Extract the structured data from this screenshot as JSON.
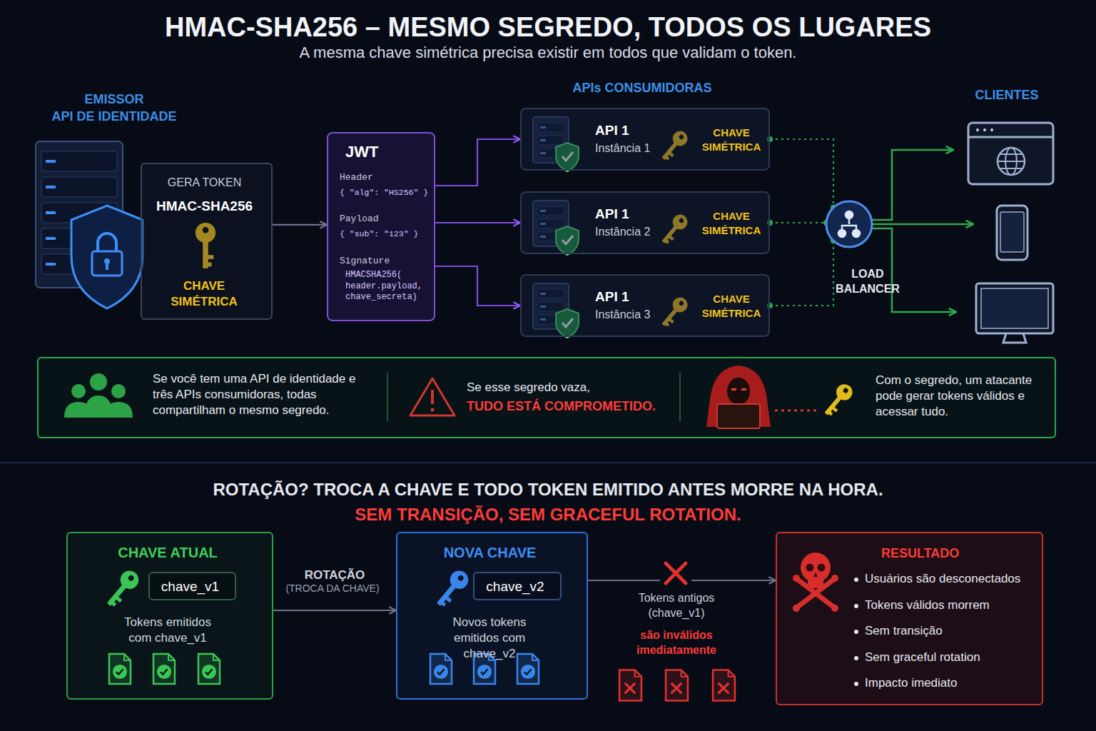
{
  "diagram": {
    "title": "HMAC-SHA256 – MESMO SEGREDO, TODOS OS LUGARES",
    "nodes": [
      {
        "text": [
          "GERA TOKEN",
          "HMAC-SHA256",
          "CHAVE SIMÉTRICA"
        ]
      },
      {
        "text": [
          "JWT",
          "Header",
          "{ \"alg\": \"HS256\" }",
          "Payload",
          "{ \"sub\": \"123\" }",
          "Signature",
          "HMACSHA256( header.payload, chave_secreta)"
        ]
      },
      {
        "text": [
          "API 1",
          "Instância 1",
          "CHAVE SIMÉTRICA"
        ]
      },
      {
        "text": [
          "API 1",
          "Instância 2",
          "CHAVE SIMÉTRICA"
        ]
      },
      {
        "text": [
          "API 1",
          "Instância 3",
          "CHAVE SIMÉTRICA"
        ]
      },
      {
        "text": [
          "LOAD BALANCER"
        ]
      },
      {
        "text": [
          "Se você tem uma API de identidade e três APIs consumidoras, todas compartilham o mesmo segredo.",
          "Se esse segredo vaza,",
          "TUDO ESTÁ COMPROMETIDO.",
          "Com o segredo, um atacante pode gerar tokens válidos e acessar tudo."
        ]
      },
      {
        "text": [
          "CHAVE ATUAL",
          "Tokens emitidos com chave_v1"
        ]
      },
      {
        "text": [
          "chave_v1"
        ],
        "in": 7
      },
      {
        "text": [
          "NOVA CHAVE",
          "Novos tokens emitidos com chave_v2"
        ]
      },
      {
        "text": [
          "chave_v2"
        ],
        "in": 9
      },
      {
        "text": [
          "RESULTADO",
          "Usuários são desconectados",
          "Tokens válidos morrem",
          "Sem transição",
          "Sem graceful rotation",
          "Impacto imediato"
        ]
      }
    ],
    "edges": [
      {
        "from": 0,
        "to": 1,
        "arrow": "to"
      },
      {
        "from": 1,
        "to": 2,
        "arrow": "to"
      },
      {
        "from": 1,
        "to": 3,
        "arrow": "to"
      },
      {
        "from": 1,
        "to": 4,
        "arrow": "to"
      },
      {
        "from": 2,
        "to": 5,
        "arrow": "none"
      },
      {
        "from": 3,
        "to": 5,
        "arrow": "none"
      },
      {
        "from": 4,
        "to": 5,
        "arrow": "none"
      },
      {
        "from": 7,
        "to": 9,
        "label": "ROTAÇÃO",
        "arrow": "to"
      },
      {
        "from": 9,
        "to": 11,
        "arrow": "to"
      }
    ],
    "labels": [
      "A mesma chave simétrica precisa existir em todos que validam o token.",
      "EMISSOR",
      "API DE IDENTIDADE",
      "APIs CONSUMIDORAS",
      "CLIENTES",
      "ROTAÇÃO? TROCA A CHAVE E TODO TOKEN EMITIDO ANTES MORRE NA HORA.",
      "SEM TRANSIÇÃO, SEM GRACEFUL ROTATION.",
      "(TROCA DA CHAVE)",
      "Tokens antigos (chave_v1)",
      "são inválidos imediatamente"
    ]
  }
}
